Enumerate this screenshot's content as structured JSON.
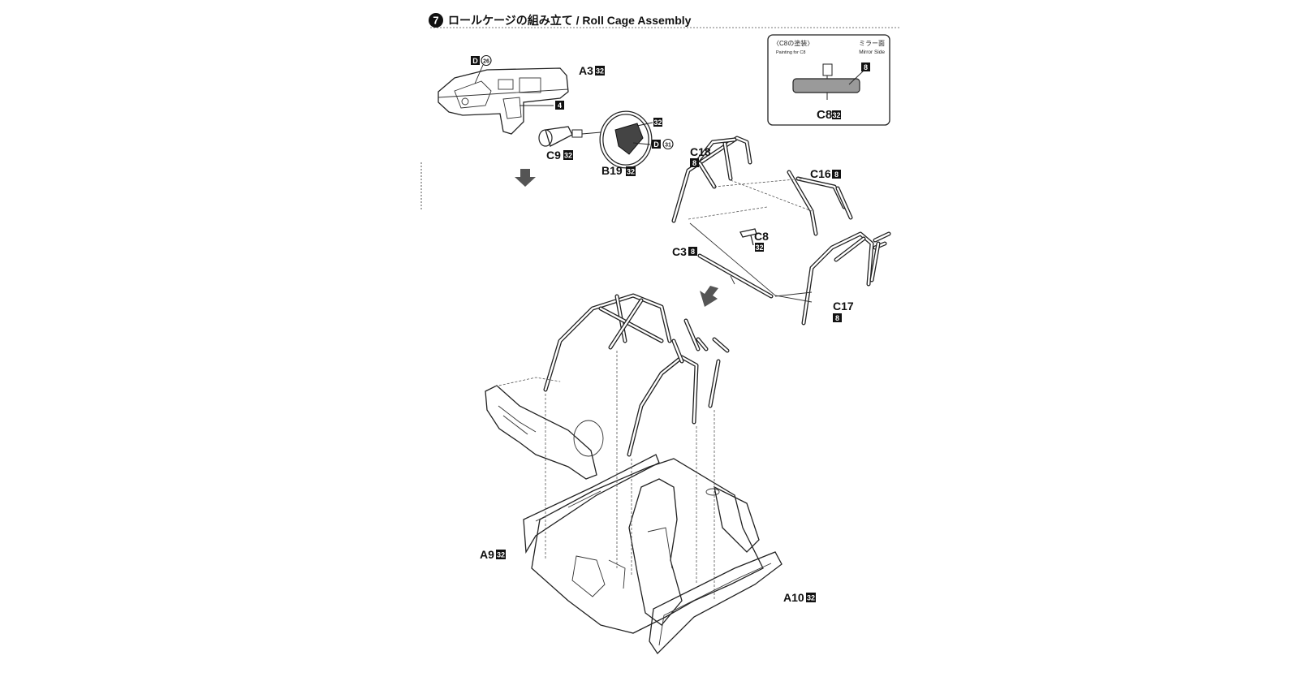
{
  "step": {
    "number": "7",
    "title": "ロールケージの組み立て / Roll Cage Assembly"
  },
  "inset": {
    "title_jp": "〈C8の塗装〉",
    "title_en": "Painting for C8",
    "mirror_jp": "ミラー面",
    "mirror_en": "Mirror Side",
    "color_code": "8",
    "part_label": "C8",
    "part_color": "32"
  },
  "parts": [
    {
      "id": "A3",
      "color": "32"
    },
    {
      "id": "C9",
      "color": "32"
    },
    {
      "id": "B19",
      "color": "32"
    },
    {
      "id": "C18",
      "color": "8"
    },
    {
      "id": "C16",
      "color": "8"
    },
    {
      "id": "C8",
      "color": "32"
    },
    {
      "id": "C3",
      "color": "8"
    },
    {
      "id": "C17",
      "color": "8"
    },
    {
      "id": "A9",
      "color": "32"
    },
    {
      "id": "A10",
      "color": "32"
    }
  ],
  "callouts": {
    "dash_decal": {
      "decal": "D",
      "number": "26"
    },
    "dash_color": "4",
    "wheel_color": "32",
    "wheel_decal": {
      "decal": "D",
      "number": "31"
    }
  }
}
